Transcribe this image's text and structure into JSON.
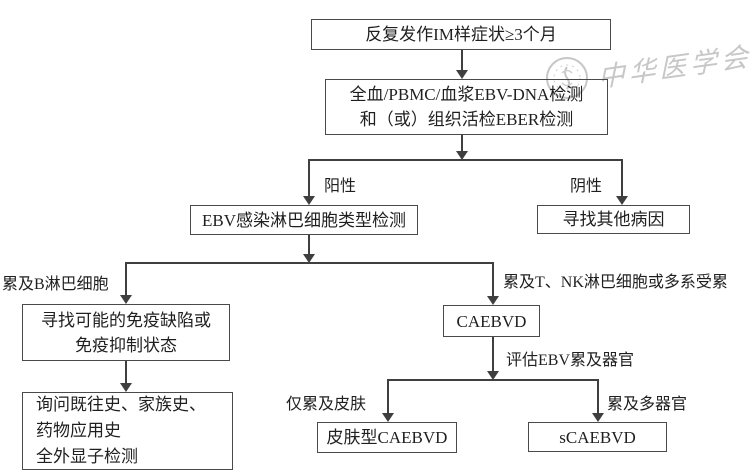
{
  "colors": {
    "line": "#3f3f3f",
    "text": "#1f1f1f",
    "watermark": "#c7c7c7",
    "background": "#ffffff"
  },
  "watermark": {
    "text": "中华医学会",
    "seal_icon": "medical-association-seal"
  },
  "nodes": {
    "im_symptoms": {
      "text": "反复发作IM样症状≥3个月"
    },
    "ebv_dna_test": {
      "line1": "全血/PBMC/血浆EBV-DNA检测",
      "line2": "和（或）组织活检EBER检测"
    },
    "lymphocyte_typing": {
      "text": "EBV感染淋巴细胞类型检测"
    },
    "other_causes": {
      "text": "寻找其他病因"
    },
    "immune_defect": {
      "line1": "寻找可能的免疫缺陷或",
      "line2": "免疫抑制状态"
    },
    "history_workup": {
      "line1": "询问既往史、家族史、",
      "line2": "药物应用史",
      "line3": "全外显子检测"
    },
    "caebvd": {
      "text": "CAEBVD"
    },
    "skin_caebvd": {
      "text": "皮肤型CAEBVD"
    },
    "s_caebvd": {
      "text": "sCAEBVD"
    }
  },
  "edge_labels": {
    "positive": "阳性",
    "negative": "阴性",
    "b_lymphocyte": "累及B淋巴细胞",
    "t_nk_lymphocyte": "累及T、NK淋巴细胞或多系受累",
    "assess_organs": "评估EBV累及器官",
    "skin_only": "仅累及皮肤",
    "multi_organ": "累及多器官"
  }
}
